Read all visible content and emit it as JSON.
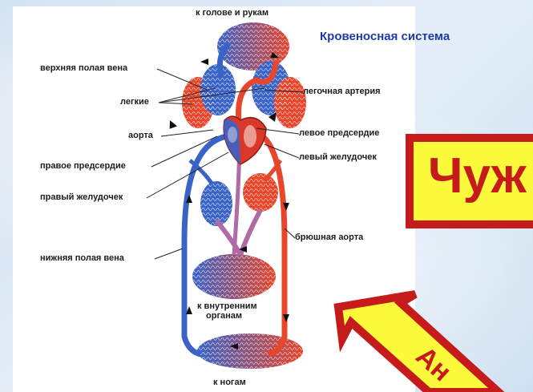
{
  "diagram": {
    "title": "Кровеносная система",
    "labels": {
      "to_head": "к голове и рукам",
      "upper_vena": "верхняя полая вена",
      "lungs": "легкие",
      "aorta": "аорта",
      "right_atrium": "правое предсердие",
      "right_ventricle": "правый желудочек",
      "lower_vena": "нижняя полая вена",
      "pulmonary_artery": "легочная артерия",
      "left_atrium": "левое предсердие",
      "left_ventricle": "левый желудочек",
      "abdominal_aorta": "брюшная аорта",
      "to_organs_1": "к внутренним",
      "to_organs_2": "органам",
      "to_legs": "к ногам"
    }
  },
  "overlay": {
    "word": "Чуж",
    "arrow_text": "Ан",
    "colors": {
      "fill": "#fbfb3c",
      "border": "#c61b1b"
    }
  },
  "colors": {
    "artery": "#e8452a",
    "vein": "#3a63c8",
    "capillary": "#b06aa6"
  }
}
